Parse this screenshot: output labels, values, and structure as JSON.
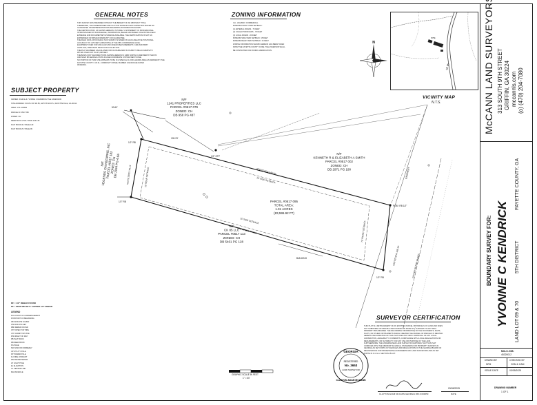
{
  "general_notes": {
    "title": "GENERAL NOTES",
    "lines": [
      "THIS SURVEY WAS PREPARED WITHOUT THE BENEFIT OF AN ABSTRACT TITLE.",
      "THEREFORE, THE UNDERSIGNED AND CLAYTON ADAM MCCANN SURVEYING MAKES NO",
      "GUARANTEE OR REPRESENTATIONS REGARDING INFORMATION SHOWN",
      "THE CERTIFICATION, AS SHOWN HEREON, IS PURELY A STATEMENT OF PROFESSIONAL",
      "OPINION BASED ON KNOWLEDGE, INFORMATION, BELIEF AND BASED ON EXISTING FIELD",
      "EVIDENCE AND DOCUMENTARY EVIDENCE AVAILABLE. THE CERTIFICATION IS NOT AN",
      "EXPRESSED OR IMPLIED WARRANTY OR GUARANTEE.",
      "THE FIELD DATA UPON WHICH THIS SURVEY IS BASED ON HAS A RELATIVE POSITIONAL",
      "ACCURACY OF 1.25 FEET HORIZONTAL AT THE 95% CONFIDENCE LEVEL.",
      "EQUIPMENT USED FOR ANGULAR AND LINEAR MEASUREMENTS: CARLSON BRX7",
      "GNSS GLR, PRECISION FIELD DATA COLLECTOR.",
      "THE PLAT HAS BEEN CALCULATED FOR CLOSURE AND IS FOUND TO BE ACCURATE TO",
      "WITHIN ONE FOOT IN 437,208 FEET.",
      "THE BASIS FOR THE DIRECTIONS SHOWN HEREON IS GRID NORTH AS DEFINED BY NAD 83",
      "AND NAVD 88 GEORGIA STATE PLANE COORDINATE SYSTEM WEST ZONE.",
      "NO PORTION OF THIS SITE APPEARS TO BE IN A SPECIAL FLOOD HAZARD AREA AS DEFINED BY THE",
      "FAYETTE COUNTY F.I.R.M., COMMUNITY PANEL NUMBER 13113C0111E DATED",
      "09/18/2013."
    ]
  },
  "zoning_info": {
    "title": "ZONING INFORMATION",
    "lines": [
      "CH - HIGHWAY COMMERCIAL",
      "MINIMUM FRONT YARD SETBACK:",
      "(1) ARTERIAL ROADS - 75 FEET",
      "(2) COLLECTOR ROADS - 70 FEET",
      "(3) LOCAL ROADS - 60 FEET",
      "MINIMUM SIDE YARD SETBACK: 15 FEET",
      "MINIMUM REAR YARD SETBACK: 15 FEET",
      "ZONING INFORMATION SHOWN HEREON HAS BEEN TAKEN",
      "FROM THE FAYETTE COUNTY CODE. THE ASSESSOR SHALL",
      "BE CONTACTED FOR ZONING VERIFICATION."
    ]
  },
  "north_arrow": {
    "letter": "N"
  },
  "vicinity_map": {
    "title": "VICINITY MAP",
    "subtitle": "N.T.S.",
    "road_label": "SR 85",
    "site_label": "SITE"
  },
  "subject_property": {
    "title": "SUBJECT PROPERTY",
    "lines": [
      "OWNER: JOHN E & YVONNE C KENDRICK/ THE ASSESSOR",
      "SITE ADDRESS: SOUTH OF SR 85, HWY 85 SOUTH, FAYETTEVILLE, GA 30214",
      "AREA: 1.91 ACRES",
      "PARCEL ID: 0517 095",
      "ZONED: CH",
      "DEED BOOK 2749 / PAGE 134-135",
      "PLAT BOOK 30 / PAGE 149",
      "PLAT BOOK 25 / PAGE 99"
    ]
  },
  "plat": {
    "parcel_top": [
      "N/F",
      "1241 PROPERTIES LLC",
      "PARCEL #0517 079",
      "ZONED: CH",
      "DB 958 PG 487"
    ],
    "parcel_right": [
      "N/F",
      "KENNETH R & ELIZABETH A SMITH",
      "PARCEL #0517 002",
      "ZONED: CH",
      "DB 2971 PG 190"
    ],
    "parcel_left": [
      "N/F",
      "LEGENDS ON REDWINE, INC",
      "PARCEL #0517 182",
      "ZONED: CH",
      "DB 2934 PG 4-66"
    ],
    "parcel_subject": [
      "PARCEL #0517 095",
      "TOTAL AREA:",
      "1.91 ACRES",
      "(83,595.92 FT)"
    ],
    "parcel_bottom": [
      "N/F",
      "CK 85 LLC",
      "PARCEL #0517 113",
      "ZONED: CH",
      "DB 5461 PG 128"
    ],
    "bearing_top": "S78°02'13\"E 446.32'",
    "bearing_bottom": "S78°02'13\"E 374.80'",
    "bearing_right": "S15°03'19\"W 145.10'",
    "bearing_left": "N15°51'08\"E 145.11'",
    "dist_tie": "128.23'",
    "dist_small": "50.60'",
    "setback_top": "15' SIDE SETBACK",
    "setback_bottom": "15' SIDE SETBACK",
    "setback_left": "15' REAR SETBACK",
    "setback_right": "75' FRONT SETBACK",
    "road_label": "GA HWY 85 R/W VARIES",
    "building_label": "BUILDING",
    "pins": [
      "1/2\" RB",
      "1/2\" OTP",
      "1/2\" RB",
      "POB / RB 1/2\"",
      "1/2\" RB"
    ],
    "easement_label": "EASEMENT"
  },
  "legend": {
    "symbols": [
      "RF = 1/2\" REBAR FOUND",
      "PF = IRON PIN SET / CAPPED 1/2\" REBAR"
    ],
    "abbrev_title": "LEGEND",
    "abbrevs": [
      "POC POINT OF COMMENCEMENT",
      "POB POINT OF BEGINNING",
      "IPF IRON PIN FOUND",
      "IPS IRON PIN SET",
      "RBF REBAR FOUND",
      "OTP OPEN TOP PIPE",
      "CTP CRIMP TOP PIPE",
      "R/W RIGHT OF WAY",
      "PB PLAT BOOK",
      "DB DEED BOOK",
      "PG PAGE",
      "N/F NOW OR FORMERLY",
      "UP UTILITY POLE",
      "PP POWER POLE",
      "FH FIRE HYDRANT",
      "WM WATER METER",
      "LP LIGHT POLE",
      "EL ELEVATION",
      "CL CENTER LINE",
      "MH MANHOLE"
    ]
  },
  "graphic_scale": {
    "label": "GRAPHIC SCALE IN FEET",
    "ratio": "1\" = 60'"
  },
  "surveyor_cert": {
    "title": "SURVEYOR CERTIFICATION",
    "lines": [
      "THIS PLAT IS A RETRACEMENT OF AN EXISTING PARCEL OR PARCELS OF LAND AND DOES",
      "NOT SUBDIVIDE OR CREATE A NEW PARCEL OR MAKE ANY CHANGES TO ANY REAL",
      "PROPERTY BOUNDARIES. THE RECORDING INFORMATION OF THE DOCUMENTS, MAPS,",
      "PLATS, OR OTHER INSTRUMENTS WHICH CREATED THE PARCEL OR PARCELS IS RECITED",
      "HEREON. RECORDATION OF THIS PLAT DOES NOT IMPLY APPROVAL OF ANY LOCAL",
      "JURISDICTION, AVAILABILITY OF PERMITS, COMPLIANCE WITH LOCAL REGULATIONS OR",
      "REQUIREMENTS, OR SUITABILITY FOR ANY USE OR PURPOSE OF THE LAND.",
      "FURTHERMORE, THE UNDERSIGNED LAND SURVEYOR CERTIFIES THAT THIS PLAT",
      "COMPLIES WITH THE MINIMUM TECHNICAL STANDARDS FOR PROPERTY SURVEYS IN",
      "GEORGIA AS SET FORTH IN THE RULES AND REGULATIONS OF THE GEORGIA BOARD OF",
      "REGISTRATION FOR PROFESSIONAL ENGINEERS AND LAND SURVEYORS AND AS SET",
      "FORTH IN O.C.G.A. SECTION 15-6-67."
    ],
    "signature_caption": "CLAYTON ADAM MCCANN GEORGIA RPLS 003653",
    "date_caption": "DATE",
    "date": "03/05/2025"
  },
  "seal": {
    "top": "GEORGIA",
    "middle": "REGISTERED",
    "number": "No. 3653",
    "sub": "LAND SURVEYOR",
    "bottom": "CLAYTON ADAM MCCANN"
  },
  "title_block": {
    "company": "McCANN LAND SURVEYORS",
    "address1": "313 SOUTH 9TH STREET",
    "address2": "GRIFFIN, GA 30224",
    "website": "mccannls.com",
    "phone": "(o) (470) 204-7080",
    "survey_for_label": "BOUNDARY SURVEY FOR:",
    "client": "YVONNE C KENDRICK",
    "land_lot": "LAND LOT 69 & 70",
    "district": "5TH DISTRICT",
    "county": "FAYETTE COUNTY, GA",
    "job_label": "MCLS JOB:",
    "job_no": "45320012",
    "drawn_by_label": "DRAWN BY",
    "drawn_by": "NFM",
    "checked_by_label": "CHECKED BY",
    "checked_by": "CDM & CAM",
    "issue_label": "ISSUE DATE",
    "issue_date": "03/05/2025",
    "drawing_label": "DRAWING NUMBER",
    "drawing_no": "1 OF 1"
  }
}
